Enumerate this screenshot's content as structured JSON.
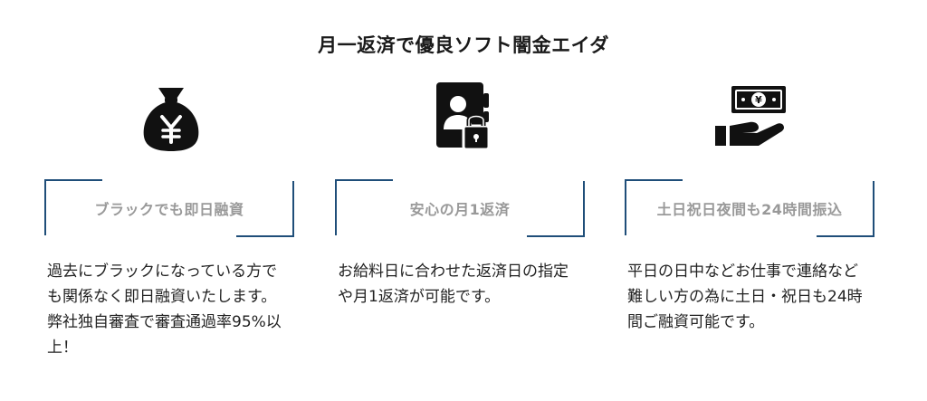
{
  "page": {
    "title": "月一返済で優良ソフト闇金エイダ"
  },
  "colors": {
    "accent_line": "#1f4e79",
    "icon": "#111111",
    "label_text": "#999999"
  },
  "features": [
    {
      "icon": "yen-money-bag-icon",
      "label": "ブラックでも即日融資",
      "description": "過去にブラックになっている方でも関係なく即日融資いたします。弊社独自審査で審査通過率95%以上！"
    },
    {
      "icon": "locked-contact-book-icon",
      "label": "安心の月1返済",
      "description": "お給料日に合わせた返済日の指定や月1返済が可能です。"
    },
    {
      "icon": "hand-holding-yen-bill-icon",
      "label": "土日祝日夜間も24時間振込",
      "description": "平日の日中などお仕事で連絡など難しい方の為に土日・祝日も24時間ご融資可能です。"
    }
  ]
}
